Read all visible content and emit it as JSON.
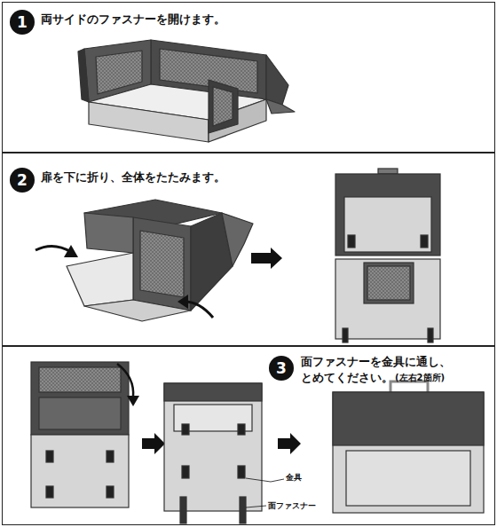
{
  "diagram": {
    "nodes": [
      {
        "text": [
          "両サイドのファスナーを開けます。"
        ]
      },
      {
        "text": [
          "1"
        ],
        "in": 0
      },
      {
        "text": [
          "扉を下に折り、全体をたたみます。"
        ]
      },
      {
        "text": [
          "2"
        ],
        "in": 2
      },
      {
        "text": [
          "面ファスナーを金具に通し、 とめてください。",
          "(左右2箇所)"
        ]
      },
      {
        "text": [
          "3"
        ],
        "in": 4
      }
    ],
    "labels": [
      "金具",
      "面ファスナー"
    ]
  }
}
